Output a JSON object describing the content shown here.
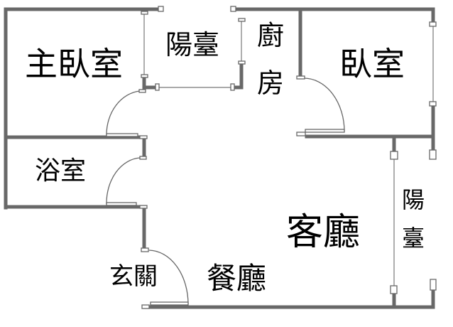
{
  "rooms": {
    "master_bedroom": "主臥室",
    "balcony_top": "陽臺",
    "kitchen_1": "廚",
    "kitchen_2": "房",
    "bedroom": "臥室",
    "bathroom": "浴室",
    "living_room": "客廳",
    "balcony_right_1": "陽",
    "balcony_right_2": "臺",
    "entrance": "玄關",
    "dining_room": "餐廳"
  },
  "colors": {
    "wall": "#686868",
    "text": "#000000"
  }
}
